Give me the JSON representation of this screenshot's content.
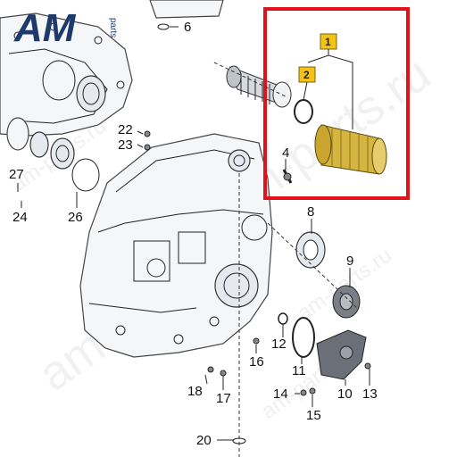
{
  "logo": {
    "text": "AM",
    "sub": "parts"
  },
  "watermarks": [
    "am-parts.ru",
    "am-parts.ru",
    "am-parts.ru",
    "am-parts.ru",
    "am-parts.ru"
  ],
  "highlight_color": "#e3111b",
  "badge_color": "#f3c316",
  "badges": [
    "1",
    "2"
  ],
  "labels": [
    "6",
    "4",
    "8",
    "9",
    "12",
    "11",
    "10",
    "13",
    "14",
    "15",
    "16",
    "17",
    "18",
    "20",
    "22",
    "23",
    "24",
    "26",
    "27"
  ]
}
